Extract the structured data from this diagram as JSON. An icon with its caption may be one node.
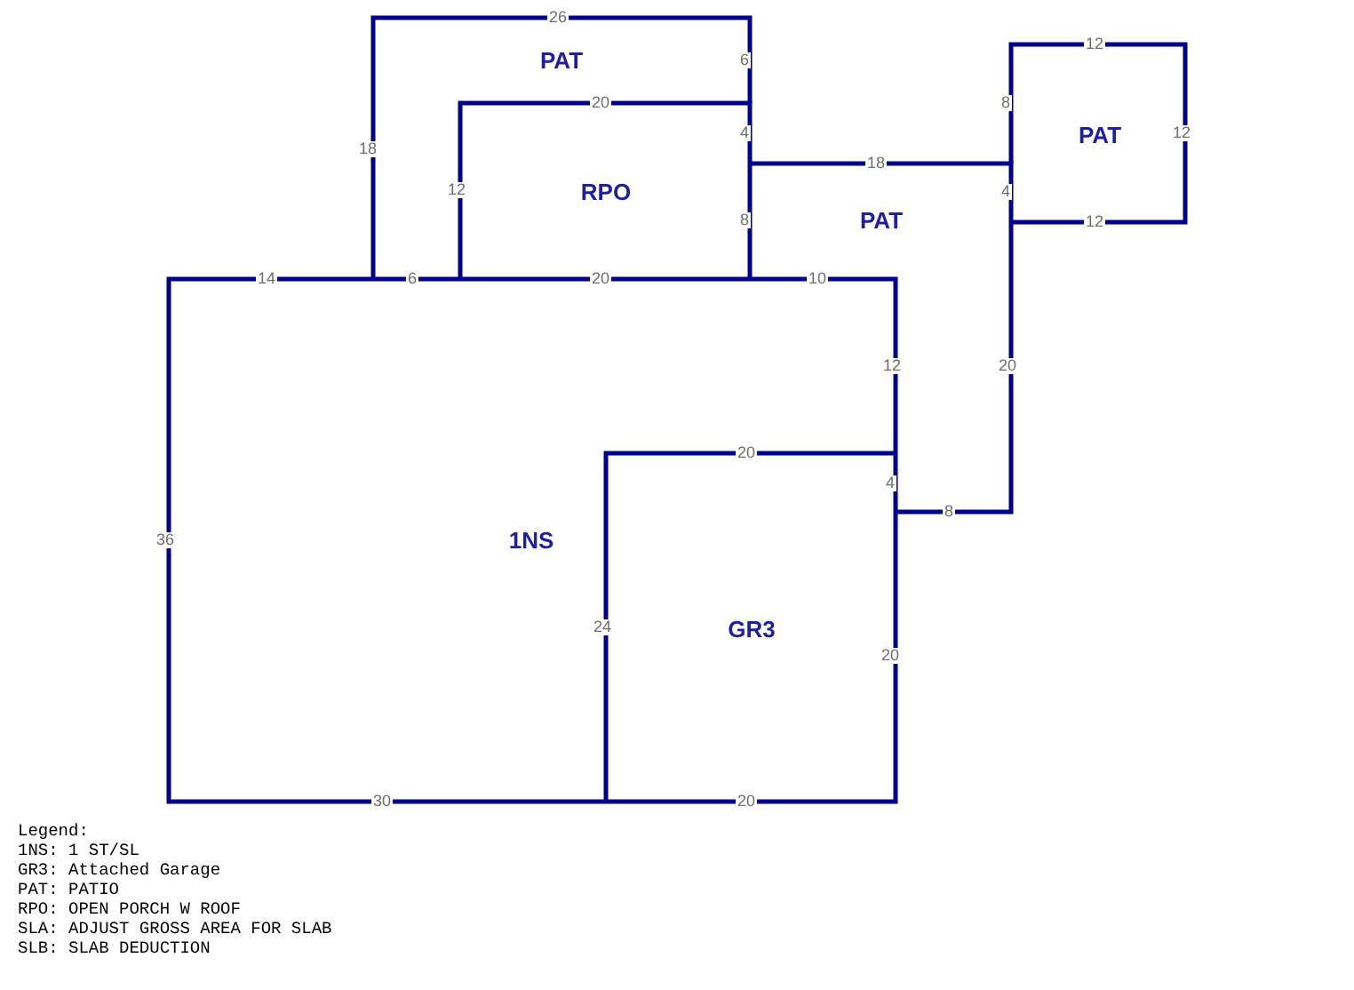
{
  "diagram": {
    "labels": [
      "26",
      "12",
      "PAT",
      "6",
      "20",
      "8",
      "4",
      "PAT",
      "12",
      "18",
      "18",
      "12",
      "RPO",
      "4",
      "8",
      "PAT",
      "12",
      "14",
      "6",
      "20",
      "10",
      "12",
      "20",
      "20",
      "4",
      "8",
      "36",
      "1NS",
      "24",
      "GR3",
      "20",
      "30",
      "20",
      "Legend:",
      "1NS: 1 ST/SL",
      "GR3: Attached Garage",
      "PAT: PATIO",
      "RPO: OPEN PORCH W ROOF",
      "SLA: ADJUST GROSS AREA FOR SLAB",
      "SLB: SLAB DEDUCTION"
    ]
  }
}
